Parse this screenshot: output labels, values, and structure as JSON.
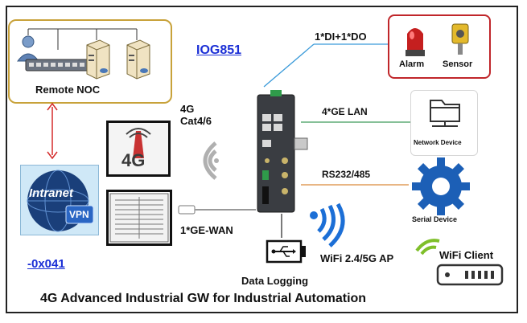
{
  "labels": {
    "remote_noc": "Remote NOC",
    "model": "IOG851",
    "cellular": "4G\nCat4/6",
    "di_do": "1*DI+1*DO",
    "alarm": "Alarm",
    "sensor": "Sensor",
    "ge_lan": "4*GE LAN",
    "network_device": "Network Device",
    "serial": "RS232/485",
    "serial_device": "Serial Device",
    "ge_wan": "1*GE-WAN",
    "wifi": "WiFi 2.4/5G AP",
    "wifi_client": "WiFi Client",
    "data_logging": "Data Logging",
    "code": "-0x041",
    "intranet": "Intranet",
    "vpn": "VPN",
    "fourg": "4G",
    "footer": "4G Advanced Industrial GW for Industrial Automation"
  },
  "colors": {
    "noc_border": "#c8a23a",
    "alarm_border": "#c0262a",
    "link_blue": "#1b2fd6",
    "line_lan": "#3f9a5a",
    "line_serial": "#d98a3a",
    "line_dido": "#3a9ad9",
    "arrow_red": "#d42a2a",
    "gear_blue": "#1c5fb6"
  },
  "icons": [
    "server-icon",
    "switch-icon",
    "user-icon",
    "alarm-icon",
    "sensor-icon",
    "folder-icon",
    "gear-icon",
    "wifi-icon",
    "usb-icon",
    "router-icon",
    "globe-icon",
    "cell-tower-icon"
  ]
}
